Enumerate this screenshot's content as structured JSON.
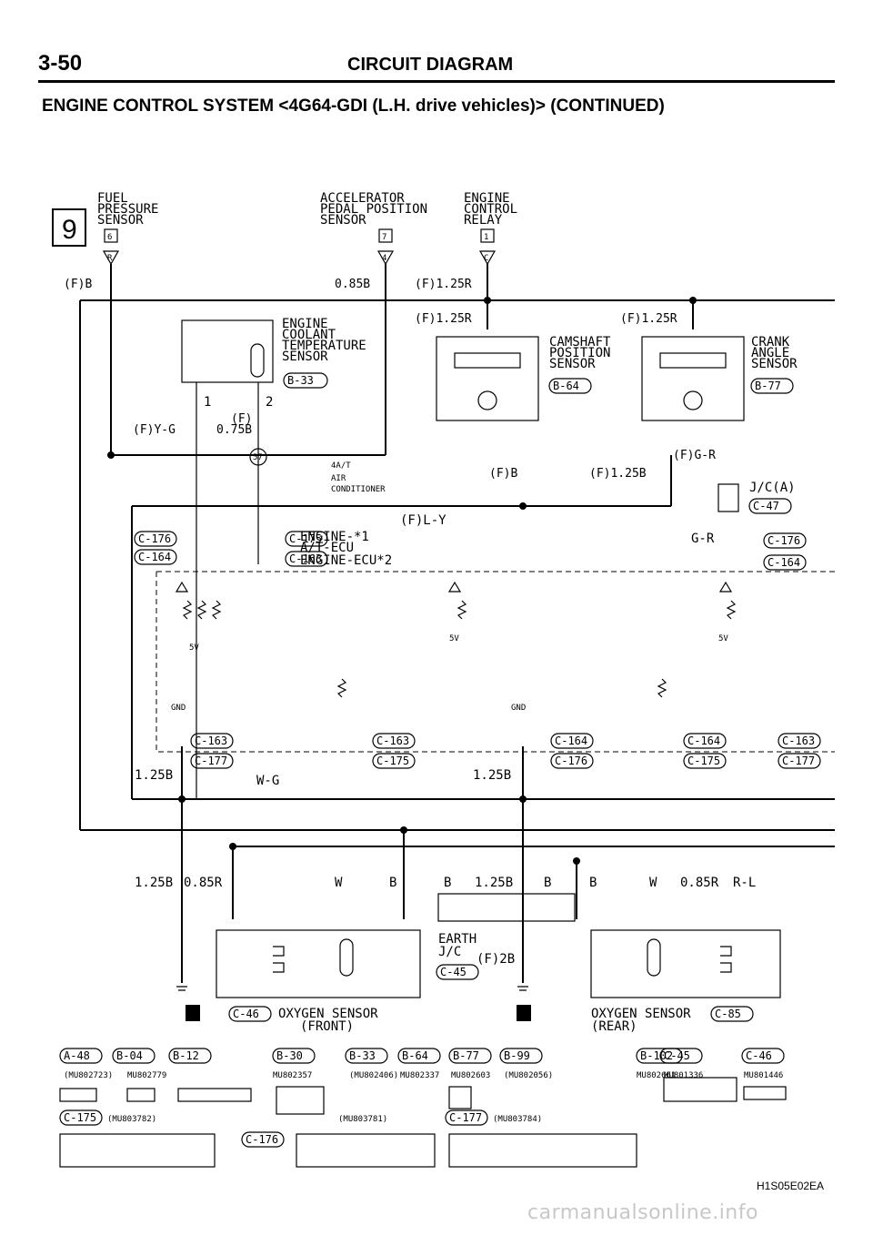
{
  "header": {
    "page_number": "3-50",
    "title": "CIRCUIT DIAGRAM",
    "subtitle": "ENGINE CONTROL SYSTEM <4G64-GDI (L.H. drive vehicles)> (CONTINUED)"
  },
  "section_marker": "9",
  "components": {
    "fuel_pressure_sensor": {
      "l1": "FUEL",
      "l2": "PRESSURE",
      "l3": "SENSOR",
      "conn": "6",
      "pin": "R"
    },
    "accel_sensor": {
      "l1": "ACCELERATOR",
      "l2": "PEDAL POSITION",
      "l3": "SENSOR",
      "conn": "7",
      "pin": "4"
    },
    "engine_control_relay": {
      "l1": "ENGINE",
      "l2": "CONTROL",
      "l3": "RELAY",
      "conn": "1",
      "pin": "C"
    },
    "coolant_sensor": {
      "l1": "ENGINE",
      "l2": "COOLANT",
      "l3": "TEMPERATURE",
      "l4": "SENSOR",
      "conn": "B-33"
    },
    "camshaft_sensor": {
      "l1": "CAMSHAFT",
      "l2": "POSITION",
      "l3": "SENSOR",
      "conn": "B-64"
    },
    "crank_sensor": {
      "l1": "CRANK",
      "l2": "ANGLE",
      "l3": "SENSOR",
      "conn": "B-77"
    },
    "jc_a": {
      "l1": "J/C(A)",
      "conn": "C-47"
    },
    "earth_jc": {
      "l1": "EARTH",
      "l2": "J/C",
      "conn": "C-45",
      "wire": "(F)2B"
    },
    "o2_front": {
      "conn": "C-46",
      "l1": "OXYGEN SENSOR",
      "l2": "(FRONT)"
    },
    "o2_rear": {
      "conn": "C-85",
      "l1": "OXYGEN SENSOR",
      "l2": "(REAR)"
    }
  },
  "wires": {
    "fb": "(F)B",
    "w085b": "0.85B",
    "f125r": "(F)1.25R",
    "fyg": "(F)Y-G",
    "f": "(F)",
    "w075b": "0.75B",
    "fgr": "(F)G-R",
    "f125b": "(F)1.25B",
    "flY": "(F)L-Y",
    "gr": "G-R",
    "w125b": "1.25B",
    "w085r": "0.85R",
    "rl": "R-L",
    "wg": "W-G",
    "w": "W",
    "b": "B",
    "five_v": "5V",
    "gnd": "GND"
  },
  "notes": {
    "four_at": "4A/T",
    "air": "AIR",
    "cond": "CONDITIONER",
    "ecu1": "ENGINE-*1",
    "ecu2": "A/T-ECU",
    "ecu3": "ENGINE-ECU*2",
    "jb": "57"
  },
  "ecu_conns": {
    "c176": "C-176",
    "c164": "C-164",
    "c175": "C-175",
    "c163": "C-163",
    "c177": "C-177"
  },
  "connector_legend": {
    "row1": [
      "A-48",
      "B-04",
      "B-12",
      "B-30",
      "B-33",
      "B-64",
      "B-77",
      "B-99",
      "B-102",
      "C-45",
      "C-46"
    ],
    "parts1": [
      "(MU802723)",
      "MU802779",
      "MU802357",
      "(MU802406)",
      "MU802337",
      "MU802603",
      "(MU802056)",
      "MU802661",
      "MU801336",
      "MU801446"
    ],
    "row2": [
      "C-175",
      "C-176",
      "C-177"
    ],
    "parts2": [
      "(MU803782)",
      "(MU803781)",
      "(MU803784)"
    ]
  },
  "figure_code": "H1S05E02EA",
  "watermark": "carmanualsonline.info"
}
